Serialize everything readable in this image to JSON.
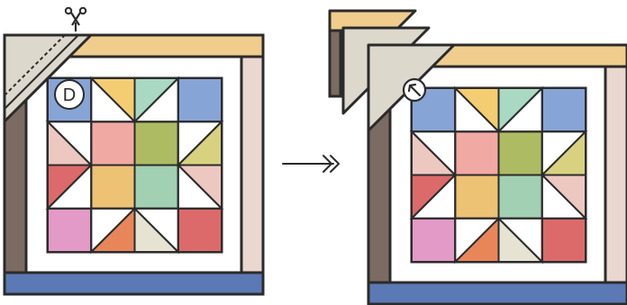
{
  "diagram": {
    "left_label": "D",
    "arrow_icon": "double-chevron-arrow-right",
    "cut_icon": "scissors-icon",
    "direction_icon": "arrow-up-left-icon"
  },
  "colors": {
    "outline": "#2b2b2b",
    "stone": "#ddd8cc",
    "tan": "#f0cd8c",
    "brown": "#7b6b62",
    "blush": "#ead7cf",
    "navy": "#5b79b4",
    "white": "#ffffff",
    "pink": "#f1a9a3",
    "green": "#adbb63",
    "mustard": "#edc274",
    "mint": "#a2d0b2",
    "orchid": "#e39ac6",
    "red": "#dd6a6a",
    "blue": "#87a4d6",
    "orange": "#e8865a",
    "yellow": "#f4cd73",
    "seafoam": "#a9d9c3",
    "olive": "#d8d17f",
    "rose": "#edc8c1",
    "cream": "#e6e3d2",
    "salmon": "#e27f74"
  },
  "block": {
    "center": [
      [
        "pink",
        "green"
      ],
      [
        "mustard",
        "mint"
      ]
    ],
    "corners": {
      "top-left": {
        "left": "blue",
        "right": "blue"
      },
      "top-right": {
        "left": "blue",
        "right": "blue"
      },
      "bottom-left": {
        "left": "orchid",
        "right": "orchid"
      },
      "bottom-right": {
        "left": "red",
        "right": "red"
      }
    },
    "points": {
      "top": [
        "yellow",
        "seafoam"
      ],
      "left": [
        "rose",
        "red"
      ],
      "right": [
        "olive",
        "rose"
      ],
      "bottom": [
        "orange",
        "cream"
      ]
    }
  }
}
